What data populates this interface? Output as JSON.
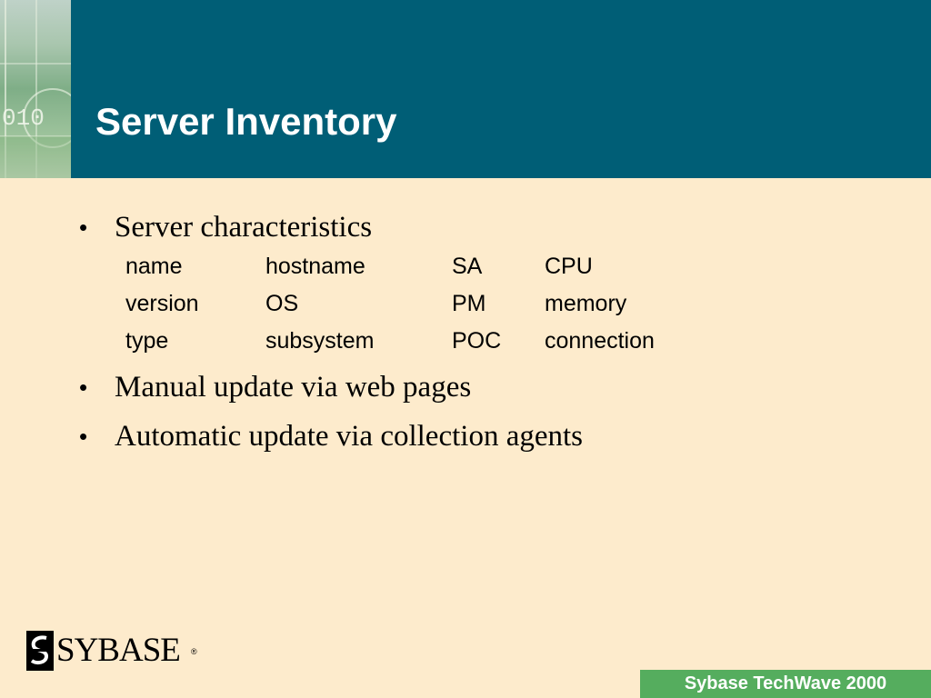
{
  "slide": {
    "title": "Server Inventory",
    "bullets": [
      {
        "text": "Server characteristics"
      },
      {
        "text": "Manual update via web pages"
      },
      {
        "text": "Automatic update via collection agents"
      }
    ],
    "characteristics": [
      [
        "name",
        "hostname",
        "SA",
        "CPU"
      ],
      [
        "version",
        "OS",
        "PM",
        "memory"
      ],
      [
        "type",
        "subsystem",
        "POC",
        "connection"
      ]
    ]
  },
  "header_art": {
    "digits": "010"
  },
  "logo": {
    "name": "SYBASE",
    "registered": "®"
  },
  "footer": {
    "event": "Sybase TechWave 2000"
  },
  "colors": {
    "header": "#005e76",
    "background": "#fdebcc",
    "footer_badge": "#55ad5e",
    "title_text": "#ffffff",
    "body_text": "#000000"
  }
}
